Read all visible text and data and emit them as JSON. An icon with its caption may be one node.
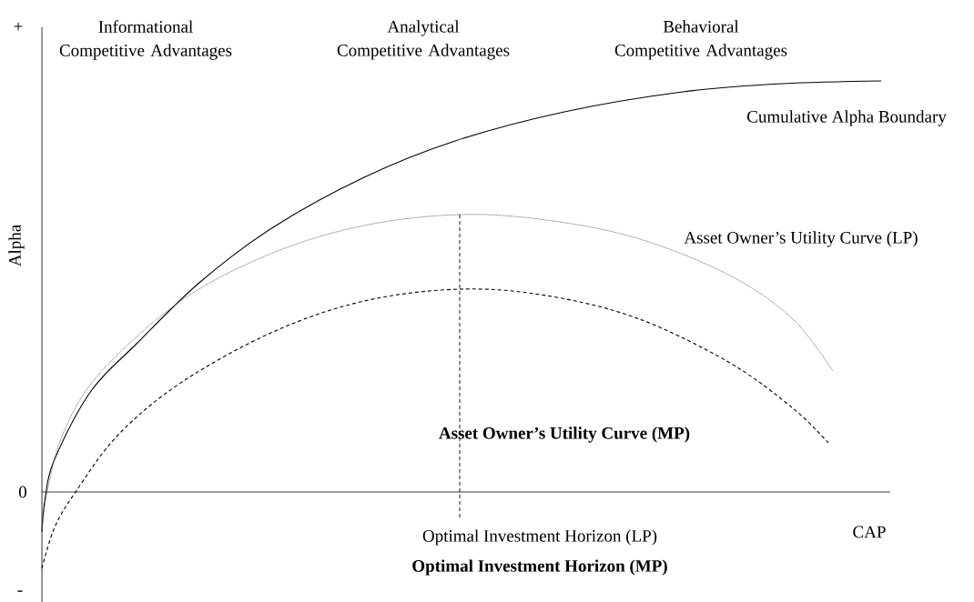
{
  "diagram": {
    "labels": [
      "+",
      "Informational Competitive Advantages",
      "Analytical Competitive Advantages",
      "Behavioral Competitive Advantages",
      "Cumulative Alpha Boundary",
      "Alpha",
      "Asset Owner’s Utility Curve (LP)",
      "Asset Owner’s Utility Curve (MP)",
      "0",
      "CAP",
      "Optimal Investment Horizon (LP)",
      "Optimal Investment Horizon (MP)",
      "-"
    ]
  }
}
